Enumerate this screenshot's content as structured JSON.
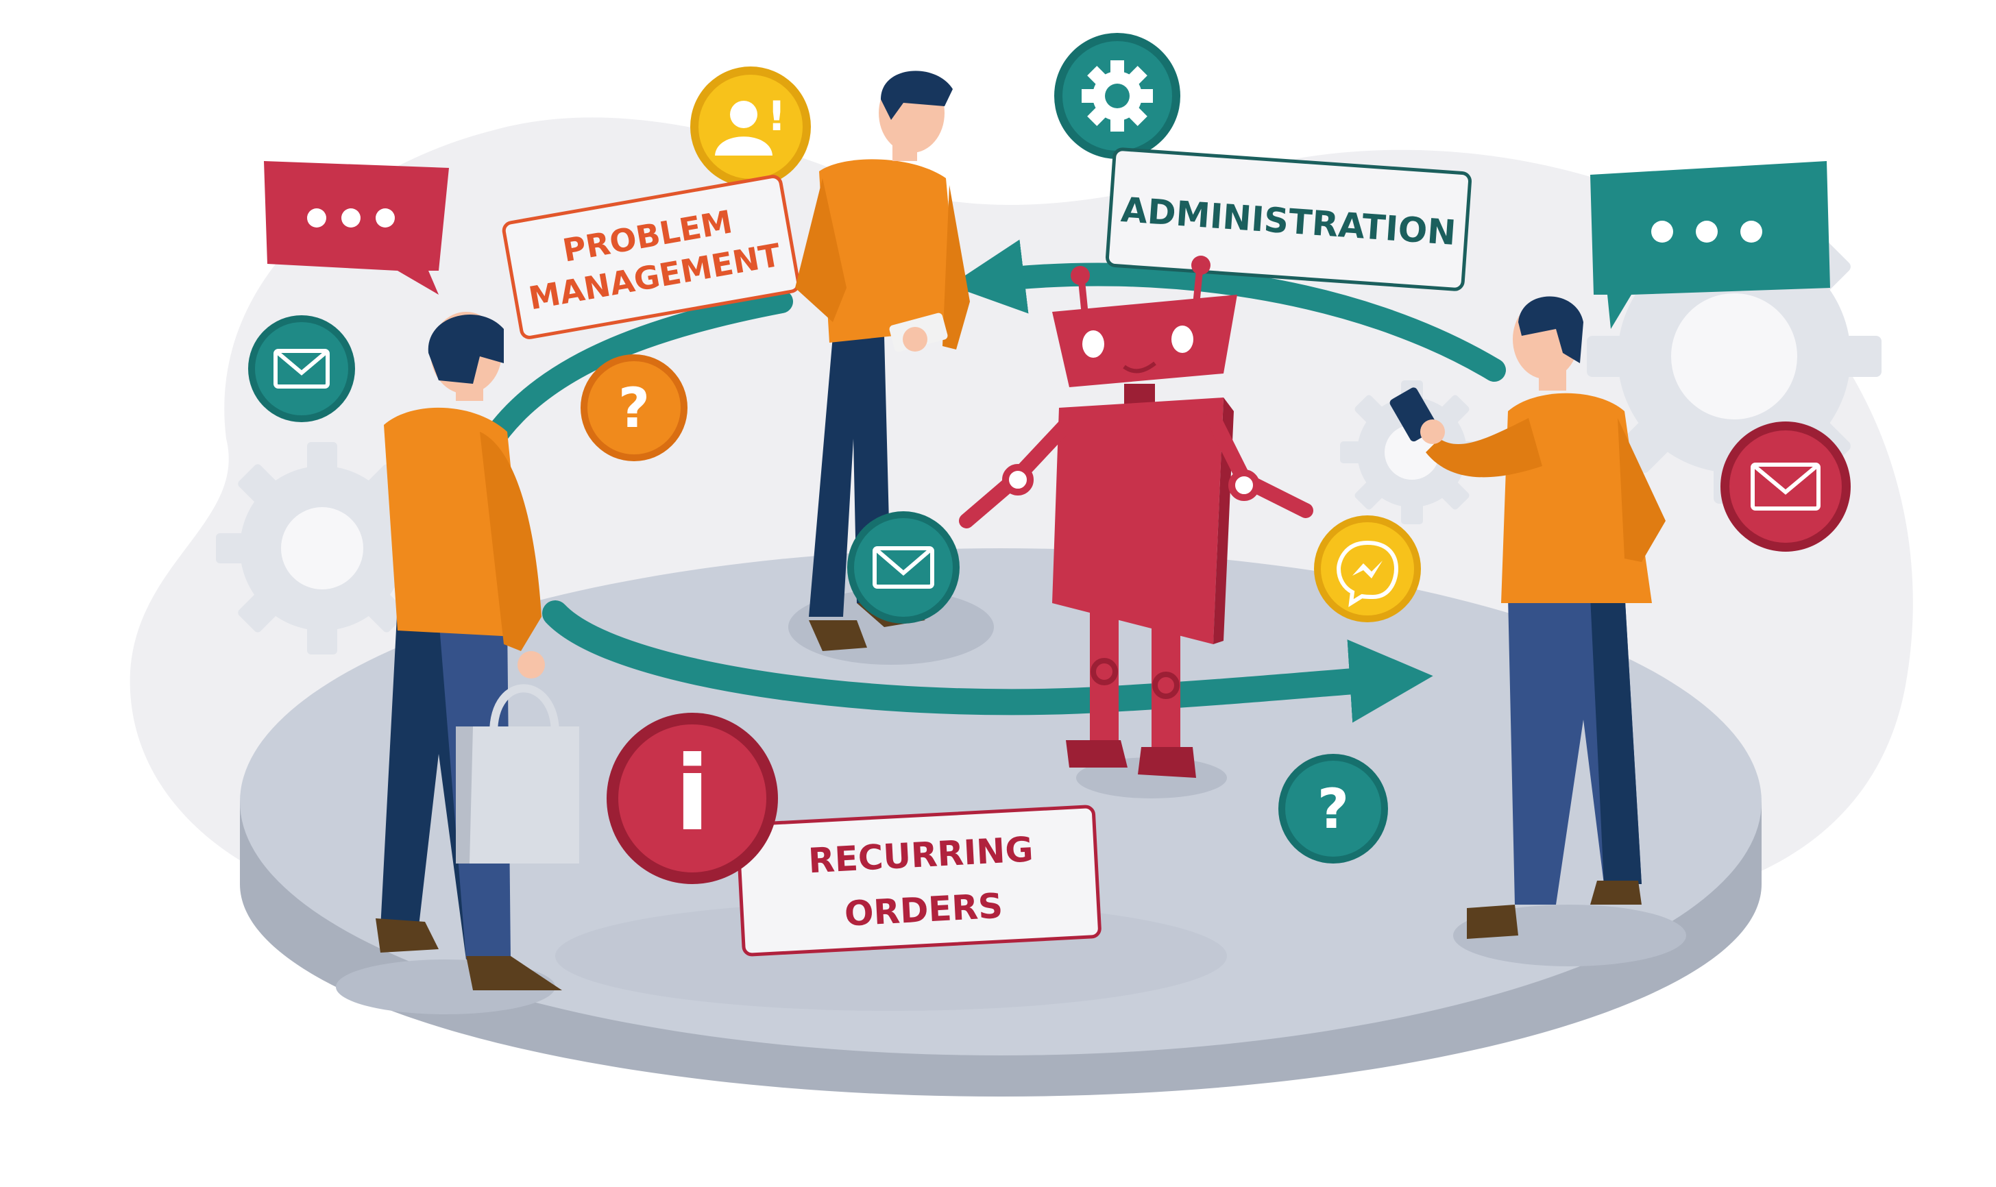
{
  "labels": {
    "problem_line1": "PROBLEM",
    "problem_line2": "MANAGEMENT",
    "administration": "ADMINISTRATION",
    "recurring_line1": "RECURRING",
    "recurring_line2": "ORDERS"
  },
  "icons": {
    "question_glyph": "?",
    "info_glyph": "i",
    "alert_glyph": "!"
  },
  "colors": {
    "teal": "#1f8a86",
    "teal_dark": "#16706d",
    "crimson": "#c8324b",
    "crimson_dark": "#9c1f35",
    "orange": "#f08a1c",
    "yellow": "#f7c21b",
    "navy": "#17365d",
    "denim": "#35528a",
    "platform": "#c9cfda",
    "platform_side": "#a9b0bd",
    "gear": "#e1e4ea",
    "backdrop": "#efeff2",
    "problem_text": "#e2562b",
    "admin_text": "#1b5f5d",
    "recurring_text": "#b0223d"
  }
}
